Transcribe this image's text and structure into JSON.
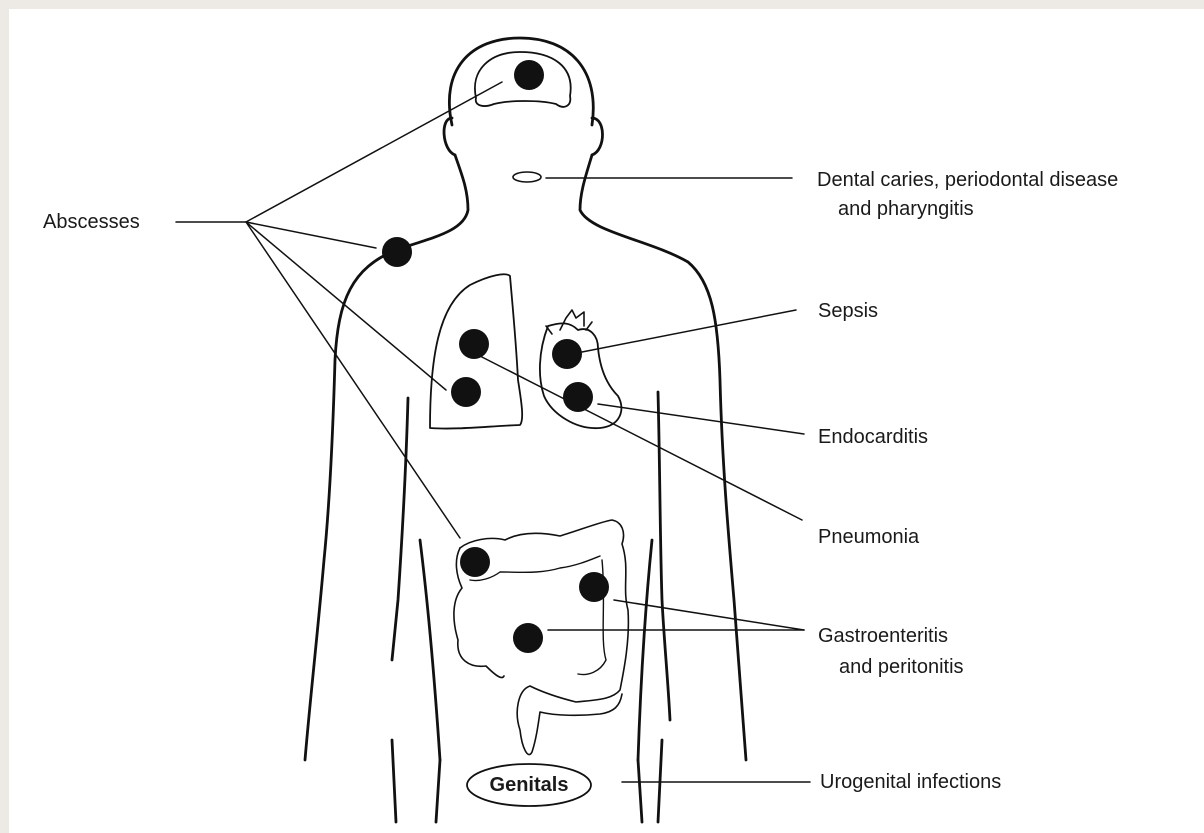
{
  "labels": {
    "abscesses": "Abscesses",
    "dental_line1": "Dental caries, periodontal disease",
    "dental_line2": "and pharyngitis",
    "sepsis": "Sepsis",
    "endocarditis": "Endocarditis",
    "pneumonia": "Pneumonia",
    "gastro_line1": "Gastroenteritis",
    "gastro_line2": "and peritonitis",
    "genitals": "Genitals",
    "urogenital": "Urogenital infections"
  },
  "colors": {
    "background": "#ede9e4",
    "panel": "#ffffff",
    "ink": "#111111",
    "infection_dot": "#111111"
  }
}
